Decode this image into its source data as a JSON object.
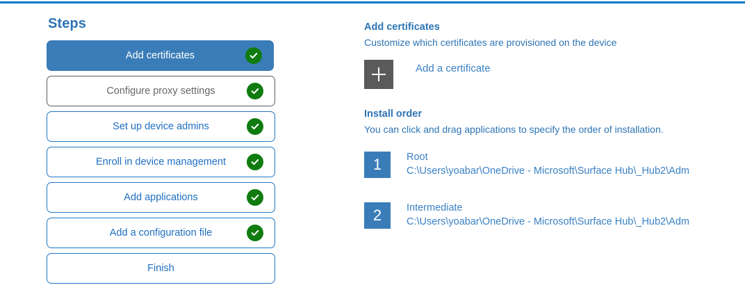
{
  "theme": {
    "accent_blue": "#3a7cb8",
    "link_blue": "#3b81c4",
    "heading_blue": "#2e74b5",
    "success_green": "#107c10",
    "tile_gray": "#5a5a5a",
    "top_rule": "#0078c8"
  },
  "steps_panel": {
    "title": "Steps",
    "items": [
      {
        "label": "Add certificates",
        "state": "selected",
        "completed": true
      },
      {
        "label": "Configure proxy settings",
        "state": "hovered",
        "completed": true
      },
      {
        "label": "Set up device admins",
        "state": "default",
        "completed": true
      },
      {
        "label": "Enroll in device management",
        "state": "default",
        "completed": true
      },
      {
        "label": "Add applications",
        "state": "default",
        "completed": true
      },
      {
        "label": "Add a configuration file",
        "state": "default",
        "completed": true
      },
      {
        "label": "Finish",
        "state": "default",
        "completed": false
      }
    ]
  },
  "detail_panel": {
    "title": "Add certificates",
    "subtitle": "Customize which certificates are provisioned on the device",
    "add_certificate_label": "Add a certificate",
    "plus_icon": "plus-icon",
    "install_order": {
      "title": "Install order",
      "subtitle": "You can click and drag applications to specify the order of installation.",
      "items": [
        {
          "number": "1",
          "name": "Root",
          "path": "C:\\Users\\yoabar\\OneDrive - Microsoft\\Surface Hub\\_Hub2\\Adm"
        },
        {
          "number": "2",
          "name": "Intermediate",
          "path": "C:\\Users\\yoabar\\OneDrive - Microsoft\\Surface Hub\\_Hub2\\Adm"
        }
      ]
    }
  }
}
